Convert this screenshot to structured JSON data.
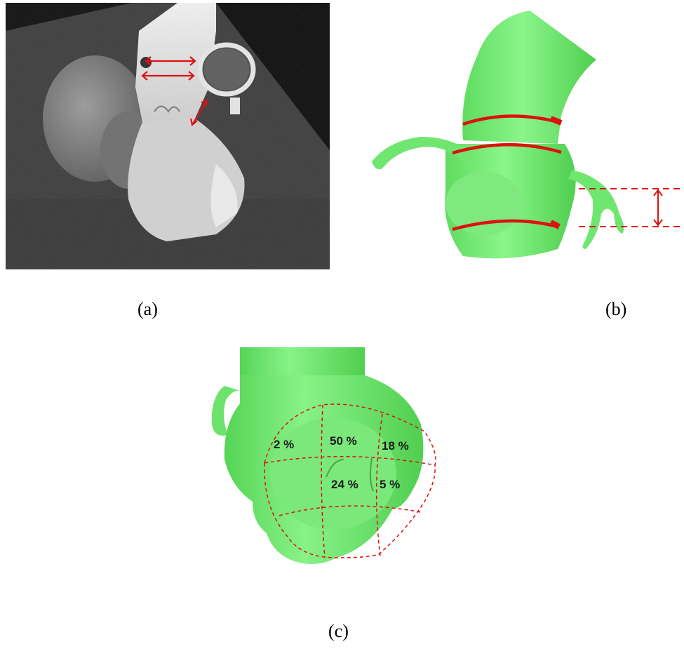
{
  "panels": [
    {
      "id": "a",
      "caption": "(a)"
    },
    {
      "id": "b",
      "caption": "(b)"
    },
    {
      "id": "c",
      "caption": "(c)"
    }
  ],
  "segments": [
    {
      "label": "2 %"
    },
    {
      "label": "50 %"
    },
    {
      "label": "18 %"
    },
    {
      "label": "24 %"
    },
    {
      "label": "5 %"
    }
  ],
  "colors": {
    "model_green": "#77ee77",
    "annotation_red": "#dd1111",
    "ct_background": "#0d0d0d"
  }
}
